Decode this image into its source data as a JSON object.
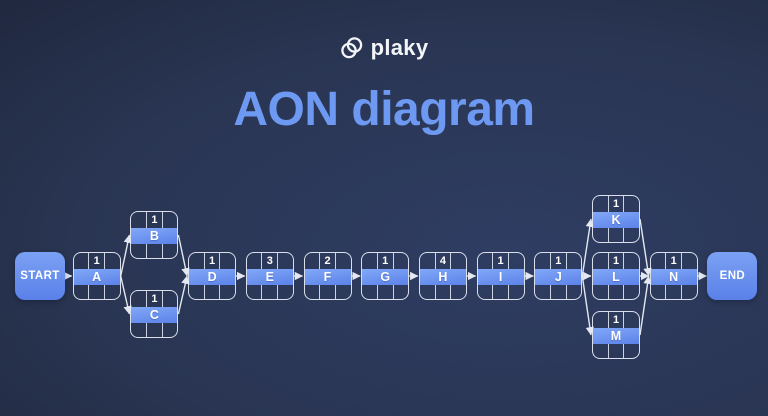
{
  "logo": {
    "icon": "plaky-logo-icon",
    "text": "plaky"
  },
  "title": "AON diagram",
  "colors": {
    "title_color": "#6d99f2",
    "band_top": "#82a8f8",
    "band_bottom": "#5b82e8",
    "terminal_top": "#7ba1f4",
    "terminal_bottom": "#5a81e8",
    "line_color": "#e3e8f1"
  },
  "diagram": {
    "terminal_nodes": [
      {
        "id": "START",
        "label": "START",
        "col": 0,
        "row": "mid"
      },
      {
        "id": "END",
        "label": "END",
        "col": 12,
        "row": "mid"
      }
    ],
    "activity_nodes": [
      {
        "id": "A",
        "duration": "1",
        "col": 1,
        "row": "mid"
      },
      {
        "id": "B",
        "duration": "1",
        "col": 2,
        "row": "up"
      },
      {
        "id": "C",
        "duration": "1",
        "col": 2,
        "row": "down"
      },
      {
        "id": "D",
        "duration": "1",
        "col": 3,
        "row": "mid"
      },
      {
        "id": "E",
        "duration": "3",
        "col": 4,
        "row": "mid"
      },
      {
        "id": "F",
        "duration": "2",
        "col": 5,
        "row": "mid"
      },
      {
        "id": "G",
        "duration": "1",
        "col": 6,
        "row": "mid"
      },
      {
        "id": "H",
        "duration": "4",
        "col": 7,
        "row": "mid"
      },
      {
        "id": "I",
        "duration": "1",
        "col": 8,
        "row": "mid"
      },
      {
        "id": "J",
        "duration": "1",
        "col": 9,
        "row": "mid"
      },
      {
        "id": "K",
        "duration": "1",
        "col": 10,
        "row": "up2"
      },
      {
        "id": "L",
        "duration": "1",
        "col": 10,
        "row": "mid"
      },
      {
        "id": "M",
        "duration": "1",
        "col": 10,
        "row": "down2"
      },
      {
        "id": "N",
        "duration": "1",
        "col": 11,
        "row": "mid"
      }
    ],
    "edges": [
      [
        "START",
        "A"
      ],
      [
        "A",
        "B"
      ],
      [
        "A",
        "C"
      ],
      [
        "B",
        "D"
      ],
      [
        "C",
        "D"
      ],
      [
        "D",
        "E"
      ],
      [
        "E",
        "F"
      ],
      [
        "F",
        "G"
      ],
      [
        "G",
        "H"
      ],
      [
        "H",
        "I"
      ],
      [
        "I",
        "J"
      ],
      [
        "J",
        "K"
      ],
      [
        "J",
        "L"
      ],
      [
        "J",
        "M"
      ],
      [
        "K",
        "N"
      ],
      [
        "L",
        "N"
      ],
      [
        "M",
        "N"
      ],
      [
        "N",
        "END"
      ]
    ]
  }
}
